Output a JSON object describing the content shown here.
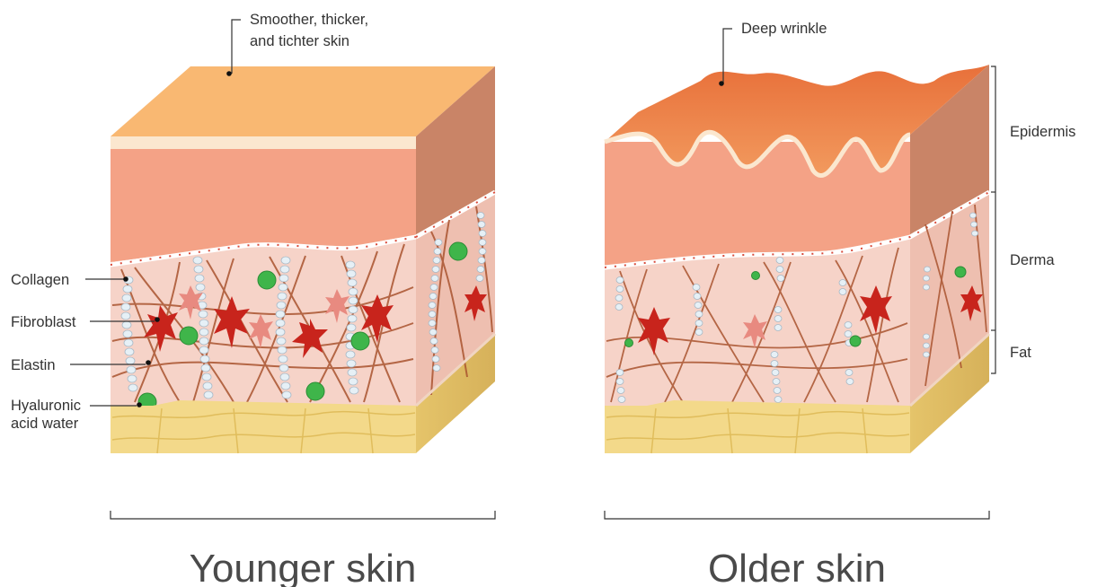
{
  "diagram": {
    "younger": {
      "caption": "Younger skin",
      "top_note_line1": "Smoother, thicker,",
      "top_note_line2": "and tichter skin",
      "labels": {
        "collagen": "Collagen",
        "fibroblast": "Fibroblast",
        "elastin": "Elastin",
        "hyaluronic_line1": "Hyaluronic",
        "hyaluronic_line2": "acid water"
      }
    },
    "older": {
      "caption": "Older skin",
      "top_note": "Deep wrinkle",
      "layers": {
        "epidermis": "Epidermis",
        "derma": "Derma",
        "fat": "Fat"
      }
    }
  },
  "colors": {
    "epidermis_top": "#f9b872",
    "epidermis_front": "#f4a286",
    "epidermis_side": "#c98467",
    "dermis": "#f6d3c8",
    "fat": "#f3d98a",
    "fiber": "#a9532f",
    "fibroblast": "#c8241c",
    "hyaluronic": "#3fb54a",
    "elastin": "#e6f0f6"
  }
}
